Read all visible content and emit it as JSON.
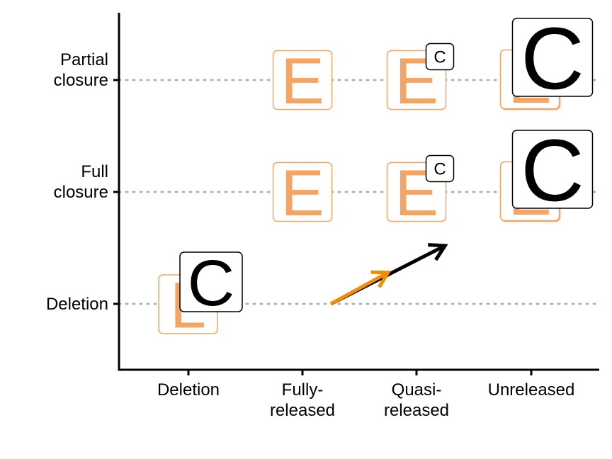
{
  "chart_data": {
    "type": "scatter",
    "title": "",
    "xlabel": "",
    "ylabel": "",
    "x_categories": [
      [
        "Deletion"
      ],
      [
        "Fully-",
        "released"
      ],
      [
        "Quasi-",
        "released"
      ],
      [
        "Unreleased"
      ]
    ],
    "y_categories": [
      [
        "Deletion"
      ],
      [
        "Full",
        "closure"
      ],
      [
        "Partial",
        "closure"
      ]
    ],
    "grid": "dotted horizontal lines at y categories",
    "series": [
      {
        "letter": "E",
        "color": "#f6a462",
        "style": "outlined",
        "points": [
          {
            "x": 1,
            "y": 1
          },
          {
            "x": 2,
            "y": 1
          },
          {
            "x": 3,
            "y": 1
          },
          {
            "x": 1,
            "y": 2
          },
          {
            "x": 2,
            "y": 2
          },
          {
            "x": 3,
            "y": 2
          }
        ]
      },
      {
        "letter": "L",
        "color": "#f6a462",
        "style": "outlined",
        "points": [
          {
            "x": 0,
            "y": 0
          }
        ]
      },
      {
        "letter": "C",
        "color": "#000000",
        "style": "filled-white",
        "points": [
          {
            "x": 0,
            "y": 0,
            "size": "large"
          },
          {
            "x": 2,
            "y": 1,
            "size": "small"
          },
          {
            "x": 2,
            "y": 2,
            "size": "small"
          },
          {
            "x": 3,
            "y": 1,
            "size": "xlarge"
          },
          {
            "x": 3,
            "y": 2,
            "size": "xlarge"
          }
        ]
      }
    ],
    "arrows": [
      {
        "color": "#f28c00",
        "from": {
          "x": 1.25,
          "y": 0.0
        },
        "to": {
          "x": 1.75,
          "y": 0.28
        }
      },
      {
        "color": "#000000",
        "from": {
          "x": 1.25,
          "y": 0.0
        },
        "to": {
          "x": 2.25,
          "y": 0.52
        }
      }
    ]
  }
}
